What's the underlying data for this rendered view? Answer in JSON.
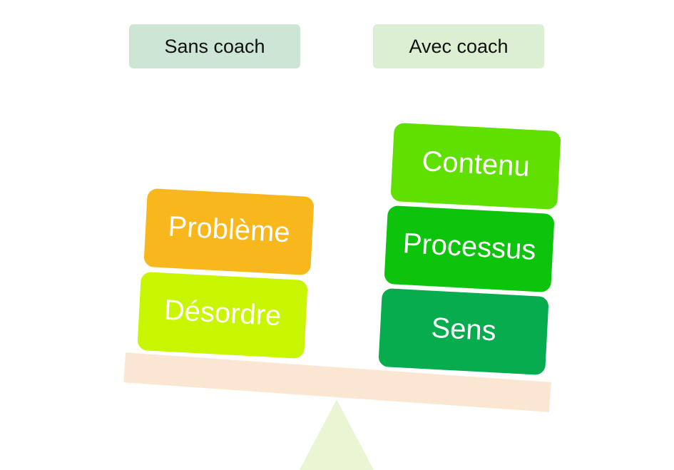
{
  "headers": {
    "left": "Sans coach",
    "right": "Avec coach"
  },
  "left_stack": [
    {
      "label": "Problème",
      "color": "#f9b71e"
    },
    {
      "label": "Désordre",
      "color": "#c8f500"
    }
  ],
  "right_stack": [
    {
      "label": "Contenu",
      "color": "#5fe000"
    },
    {
      "label": "Processus",
      "color": "#0dc40d"
    },
    {
      "label": "Sens",
      "color": "#06ac4d"
    }
  ],
  "colors": {
    "header_left_bg": "#cde5d5",
    "header_right_bg": "#dcefd2",
    "beam": "#fbe6d2",
    "fulcrum": "#eaf5d3"
  }
}
